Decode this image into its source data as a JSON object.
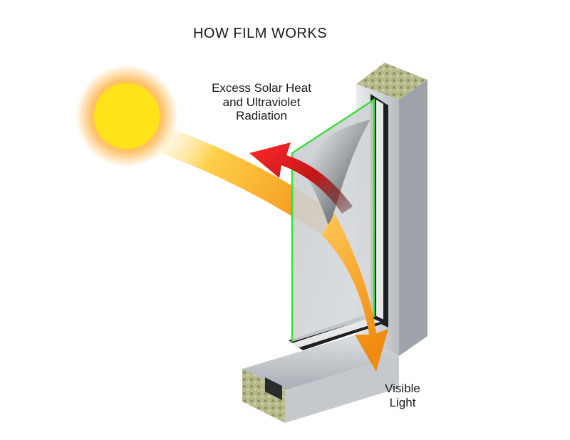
{
  "diagram": {
    "title": "HOW FILM WORKS",
    "heat_label": [
      "Excess Solar Heat",
      "and Ultraviolet",
      "Radiation"
    ],
    "light_label": [
      "Visible",
      "Light"
    ],
    "colors": {
      "sun": "#ffd21a",
      "sun_glow": "#ffb347",
      "heat_arrow": "#e01a1a",
      "light_arrow": "#f5a623",
      "film_edge": "#3ddc3d",
      "frame": "#cfd2d6"
    }
  }
}
